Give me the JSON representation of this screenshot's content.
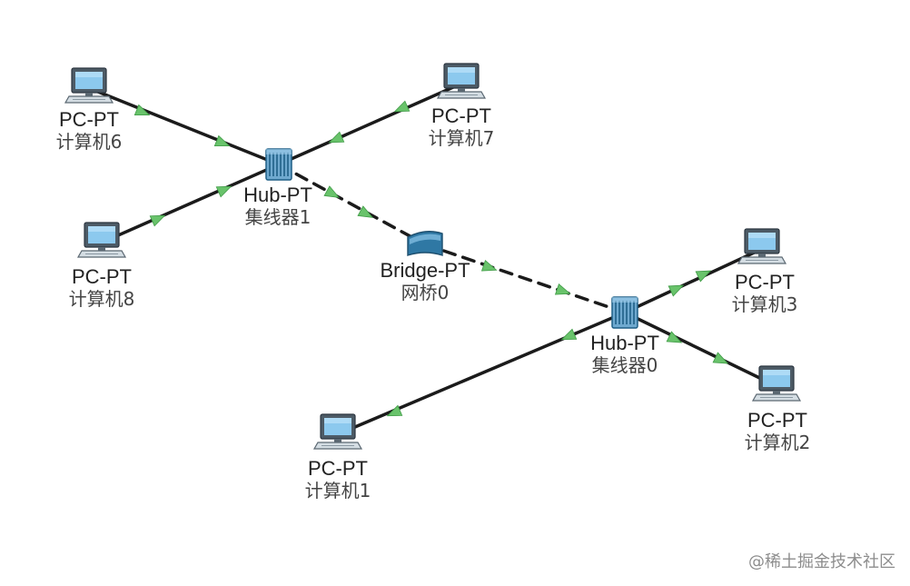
{
  "colors": {
    "link": "#1b1b1b",
    "arrow": "#69c36b",
    "device": "#2f78a4",
    "device_face": "#8cc9ee",
    "label_text": "#222222"
  },
  "devices": [
    {
      "id": "pc6",
      "type": "pc",
      "model": "PC-PT",
      "name": "计算机6",
      "icon": "pc-icon"
    },
    {
      "id": "pc7",
      "type": "pc",
      "model": "PC-PT",
      "name": "计算机7",
      "icon": "pc-icon"
    },
    {
      "id": "pc8",
      "type": "pc",
      "model": "PC-PT",
      "name": "计算机8",
      "icon": "pc-icon"
    },
    {
      "id": "hub1",
      "type": "hub",
      "model": "Hub-PT",
      "name": "集线器1",
      "icon": "hub-icon"
    },
    {
      "id": "bridge0",
      "type": "bridge",
      "model": "Bridge-PT",
      "name": "网桥0",
      "icon": "bridge-icon"
    },
    {
      "id": "hub0",
      "type": "hub",
      "model": "Hub-PT",
      "name": "集线器0",
      "icon": "hub-icon"
    },
    {
      "id": "pc3",
      "type": "pc",
      "model": "PC-PT",
      "name": "计算机3",
      "icon": "pc-icon"
    },
    {
      "id": "pc2",
      "type": "pc",
      "model": "PC-PT",
      "name": "计算机2",
      "icon": "pc-icon"
    },
    {
      "id": "pc1",
      "type": "pc",
      "model": "PC-PT",
      "name": "计算机1",
      "icon": "pc-icon"
    }
  ],
  "links": [
    {
      "from": "pc6",
      "to": "hub1",
      "style": "solid"
    },
    {
      "from": "pc7",
      "to": "hub1",
      "style": "solid"
    },
    {
      "from": "pc8",
      "to": "hub1",
      "style": "solid"
    },
    {
      "from": "hub1",
      "to": "bridge0",
      "style": "dashed"
    },
    {
      "from": "bridge0",
      "to": "hub0",
      "style": "dashed"
    },
    {
      "from": "hub0",
      "to": "pc3",
      "style": "solid"
    },
    {
      "from": "hub0",
      "to": "pc2",
      "style": "solid"
    },
    {
      "from": "hub0",
      "to": "pc1",
      "style": "solid"
    }
  ],
  "watermark": "@稀土掘金技术社区"
}
